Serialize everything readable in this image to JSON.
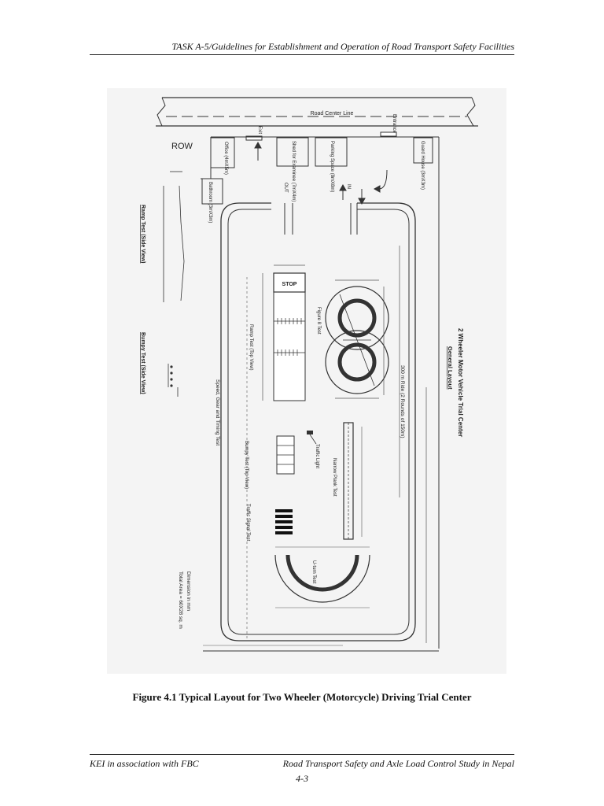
{
  "header": {
    "running_title": "TASK A-5/Guidelines for Establishment and Operation of Road Transport Safety Facilities"
  },
  "figure": {
    "road_center_line": "Road Center Line",
    "entrance": "Entrance",
    "exit": "Exit",
    "row": "ROW",
    "office": "Office (4mX5m)",
    "shed": "Shed for Examinee (7mX4m)",
    "parking": "Parking Space (8mX8m)",
    "guard_house": "Guard House (3mX3m)",
    "bathroom": "Bathroom (3mX3m)",
    "out": "OUT",
    "in": "IN",
    "stop": "STOP",
    "ramp_top": "Ramp Test (Top View)",
    "figure8": "Figure 8 Test",
    "ride": "300 m Ride (2 Rounds of 150m)",
    "title1": "2 Wheeler Motor Vehicle Trial Center",
    "title2": "General Layout",
    "speed_gear": "Speed, Gear and Timing Test",
    "bumpy_top": "Bumpy Test (Top View)",
    "traffic_light": "Traffic Light",
    "narrow_plank": "Narrow Plank Test",
    "traffic_signal": "Traffic Signal Test",
    "uturn": "U-turn Test",
    "dim_note": "Dimension in mm",
    "area_note": "Total Area = 60X28 sq. m",
    "ramp_side": "Ramp Test (Side View)",
    "bumpy_side": "Bumpy Test (Side View)"
  },
  "caption": "Figure 4.1 Typical Layout for Two Wheeler (Motorcycle) Driving Trial Center",
  "footer": {
    "left": "KEI in association with FBC",
    "right": "Road Transport Safety and Axle Load Control Study in Nepal",
    "page": "4-3"
  }
}
